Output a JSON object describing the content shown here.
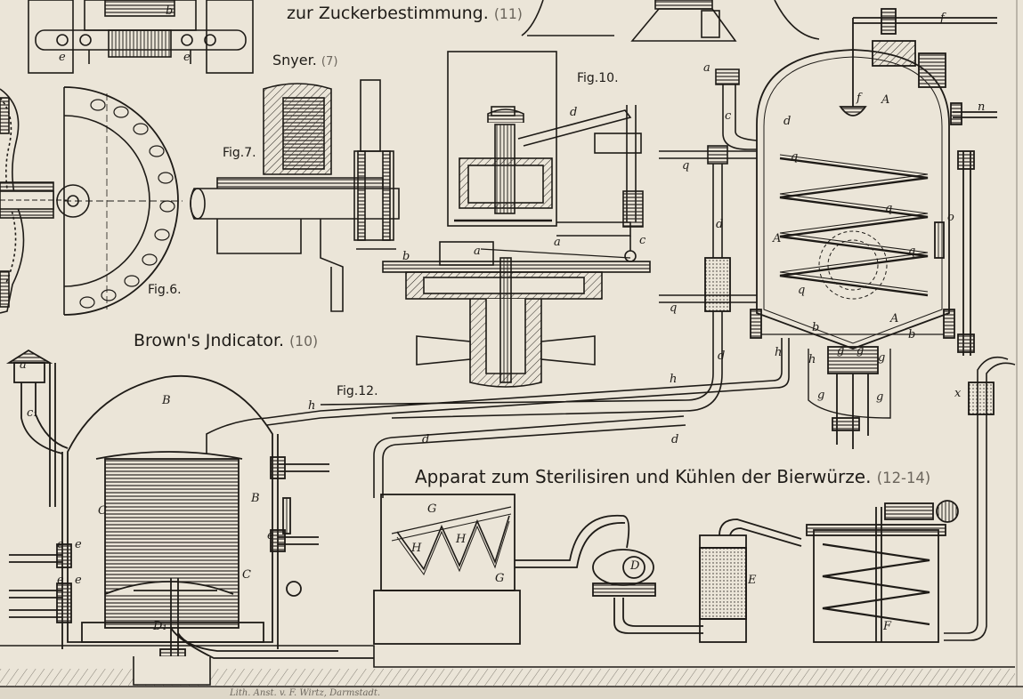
{
  "captions": {
    "zucker": {
      "text": "zur Zuckerbestimmung.",
      "num": "(11)"
    },
    "snyer": {
      "text": "Snyer.",
      "num": "(7)"
    },
    "brown": {
      "text": "Brown's Jndicator.",
      "num": "(10)"
    },
    "apparat": {
      "text": "Apparat zum Sterilisiren und Kühlen der Bierwürze.",
      "num": "(12-14)"
    }
  },
  "figures": {
    "fig6": "Fig.6.",
    "fig7": "Fig.7.",
    "fig10": "Fig.10.",
    "fig12": "Fig.12."
  },
  "letters": {
    "b_top": "b",
    "e_left": "e",
    "e_right": "e",
    "f_top": "f",
    "f_inner": "f",
    "A_top": "A",
    "n": "n",
    "a_fig13": "a",
    "c_fig13": "c",
    "d_fig13": "d",
    "q_left": "q",
    "q1": "q",
    "q2": "q",
    "q3": "q",
    "q4": "q",
    "q_lower": "q",
    "d_pipe": "d",
    "A_mid": "A",
    "o": "o",
    "A_low": "A",
    "b_low1": "b",
    "b_low2": "b",
    "h_low1": "h",
    "h_low2": "h",
    "g1": "g",
    "g2": "g",
    "g3": "g",
    "g4": "g",
    "g5": "g",
    "x": "x",
    "d_vert": "d",
    "d_fig10": "d",
    "a_fig10": "a",
    "c_fig10": "c",
    "b_fig10": "b",
    "a_small": "a",
    "h_fig12": "h",
    "h_mid": "h",
    "d_lower1": "d",
    "d_lower2": "d",
    "a_brown": "a",
    "c1_brown": "c₁",
    "B_dome": "B",
    "B_right": "B",
    "C_left": "C",
    "C_right": "C",
    "e1": "e",
    "e2": "e",
    "e3": "e",
    "e4": "e",
    "e5": "e",
    "D1": "D₁",
    "G_top": "G",
    "H1": "H",
    "H2": "H",
    "G_low": "G",
    "D_pump": "D",
    "E": "E",
    "F": "F"
  },
  "imprint": "Lith. Anst. v. F. Wirtz, Darmstadt."
}
